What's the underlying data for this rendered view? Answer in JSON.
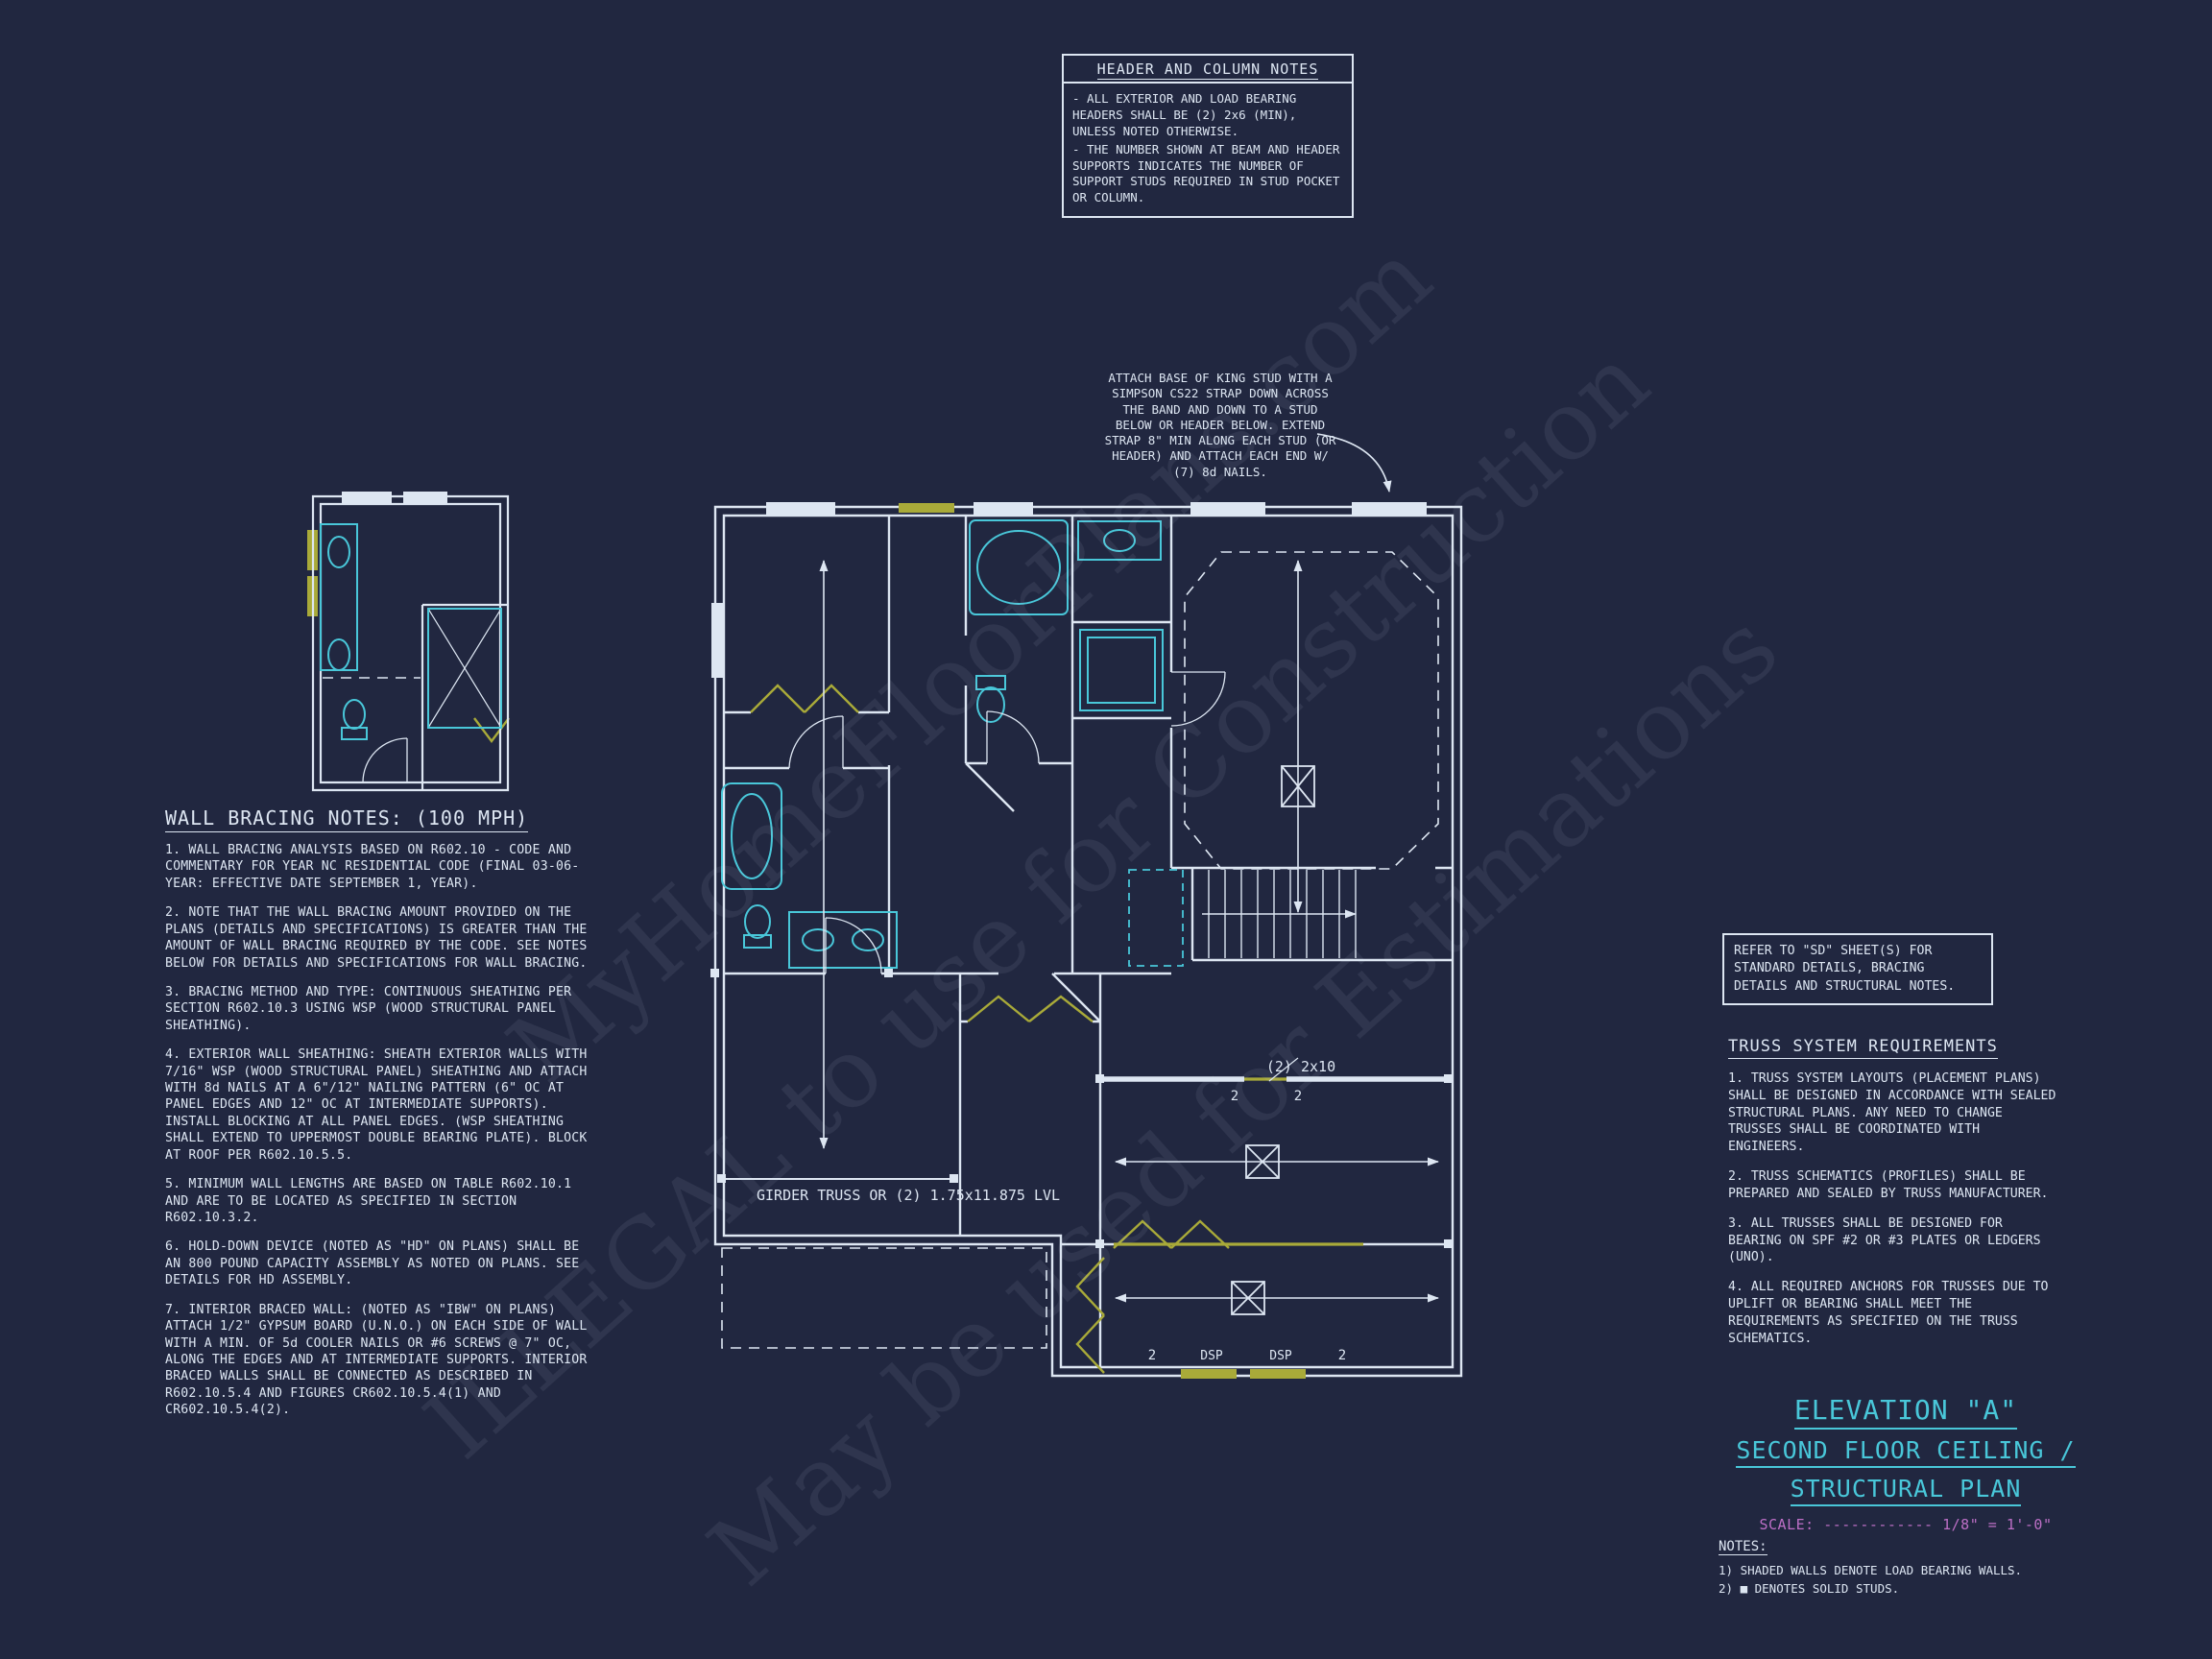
{
  "colors": {
    "background": "#212740",
    "line": "#dde6f2",
    "cyan": "#49c7d9",
    "yellow": "#a9aa39",
    "magenta": "#bd6fc6"
  },
  "watermark": {
    "line1": "MyHomeFloorPlans.com",
    "line2": "ILLEGAL to use for Construction",
    "line3": "May be used for Estimations"
  },
  "header_notes": {
    "title": "HEADER AND COLUMN NOTES",
    "items": [
      "-  ALL EXTERIOR AND LOAD BEARING HEADERS SHALL BE (2) 2x6 (MIN), UNLESS NOTED OTHERWISE.",
      "-  THE NUMBER SHOWN AT BEAM AND HEADER SUPPORTS INDICATES THE NUMBER OF SUPPORT STUDS REQUIRED IN STUD POCKET OR COLUMN."
    ]
  },
  "king_stud_note": "ATTACH BASE OF KING STUD WITH A SIMPSON CS22 STRAP DOWN ACROSS THE BAND AND DOWN TO A STUD BELOW OR HEADER BELOW.  EXTEND STRAP 8\" MIN ALONG EACH STUD (OR HEADER) AND ATTACH EACH END W/ (7) 8d NAILS.",
  "wall_bracing": {
    "title": "WALL BRACING NOTES: (100 MPH)",
    "notes": [
      "1. WALL BRACING ANALYSIS BASED ON R602.10 - CODE AND COMMENTARY FOR YEAR NC RESIDENTIAL CODE (FINAL 03-06-YEAR: EFFECTIVE DATE SEPTEMBER 1, YEAR).",
      "2. NOTE THAT THE WALL BRACING AMOUNT PROVIDED ON THE PLANS (DETAILS AND SPECIFICATIONS) IS GREATER THAN THE AMOUNT OF WALL BRACING REQUIRED BY THE CODE. SEE NOTES BELOW FOR DETAILS AND SPECIFICATIONS FOR WALL BRACING.",
      "3. BRACING METHOD AND TYPE: CONTINUOUS SHEATHING PER SECTION R602.10.3 USING WSP (WOOD STRUCTURAL PANEL SHEATHING).",
      "4. EXTERIOR WALL SHEATHING: SHEATH EXTERIOR WALLS WITH 7/16\" WSP (WOOD STRUCTURAL PANEL) SHEATHING AND ATTACH WITH 8d NAILS AT A 6\"/12\" NAILING PATTERN (6\" OC AT PANEL EDGES AND 12\" OC AT INTERMEDIATE SUPPORTS). INSTALL BLOCKING AT ALL PANEL EDGES. (WSP SHEATHING SHALL EXTEND TO UPPERMOST DOUBLE BEARING PLATE). BLOCK AT ROOF PER R602.10.5.5.",
      "5. MINIMUM WALL LENGTHS ARE BASED ON TABLE R602.10.1 AND ARE TO BE LOCATED AS SPECIFIED IN SECTION R602.10.3.2.",
      "6. HOLD-DOWN DEVICE (NOTED AS \"HD\" ON PLANS) SHALL BE AN 800 POUND CAPACITY ASSEMBLY AS NOTED ON PLANS. SEE DETAILS FOR HD ASSEMBLY.",
      "7. INTERIOR BRACED WALL: (NOTED AS \"IBW\" ON PLANS) ATTACH 1/2\" GYPSUM BOARD (U.N.O.) ON EACH SIDE OF WALL WITH A MIN. OF 5d COOLER NAILS OR #6 SCREWS @ 7\" OC, ALONG THE EDGES AND AT INTERMEDIATE SUPPORTS. INTERIOR BRACED WALLS SHALL BE CONNECTED AS DESCRIBED IN R602.10.5.4 AND FIGURES CR602.10.5.4(1) AND CR602.10.5.4(2)."
    ]
  },
  "refer_note": "REFER TO \"SD\"  SHEET(S) FOR STANDARD DETAILS, BRACING DETAILS AND STRUCTURAL NOTES.",
  "truss_requirements": {
    "title": "TRUSS SYSTEM REQUIREMENTS",
    "notes": [
      "1. TRUSS SYSTEM LAYOUTS (PLACEMENT PLANS) SHALL BE DESIGNED IN ACCORDANCE WITH SEALED STRUCTURAL PLANS. ANY NEED TO CHANGE TRUSSES SHALL BE COORDINATED WITH  ENGINEERS.",
      "2. TRUSS SCHEMATICS (PROFILES) SHALL BE PREPARED AND SEALED BY TRUSS MANUFACTURER.",
      "3. ALL TRUSSES SHALL BE DESIGNED FOR BEARING ON SPF #2 OR #3 PLATES OR LEDGERS (UNO).",
      "4. ALL REQUIRED ANCHORS FOR TRUSSES DUE TO UPLIFT OR BEARING SHALL MEET THE REQUIREMENTS AS SPECIFIED ON THE TRUSS SCHEMATICS."
    ]
  },
  "title_block": {
    "line1": "ELEVATION \"A\"",
    "line2": "SECOND FLOOR CEILING /",
    "line3": "STRUCTURAL PLAN",
    "scale": "SCALE: ------------ 1/8\" = 1'-0\"",
    "notes_title": "NOTES:",
    "notes": [
      "1) SHADED WALLS DENOTE LOAD BEARING WALLS.",
      "2) ■ DENOTES SOLID STUDS."
    ]
  },
  "plan_labels": {
    "girder": "GIRDER TRUSS OR (2) 1.75x11.875 LVL",
    "beam": "(2) 2x10",
    "dsp": "DSP",
    "studs2": "2"
  }
}
